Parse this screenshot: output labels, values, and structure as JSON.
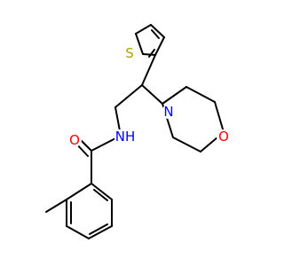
{
  "molecule": {
    "atoms": {
      "S": {
        "label": "S",
        "color": "#B2A100"
      },
      "N_morpholine": {
        "label": "N",
        "color": "#0000FF"
      },
      "O_morpholine": {
        "label": "O",
        "color": "#FF0000"
      },
      "N_amide": {
        "label": "NH",
        "color": "#0000FF"
      },
      "O_carbonyl": {
        "label": "O",
        "color": "#FF0000"
      }
    },
    "bond_color": "#000000"
  }
}
